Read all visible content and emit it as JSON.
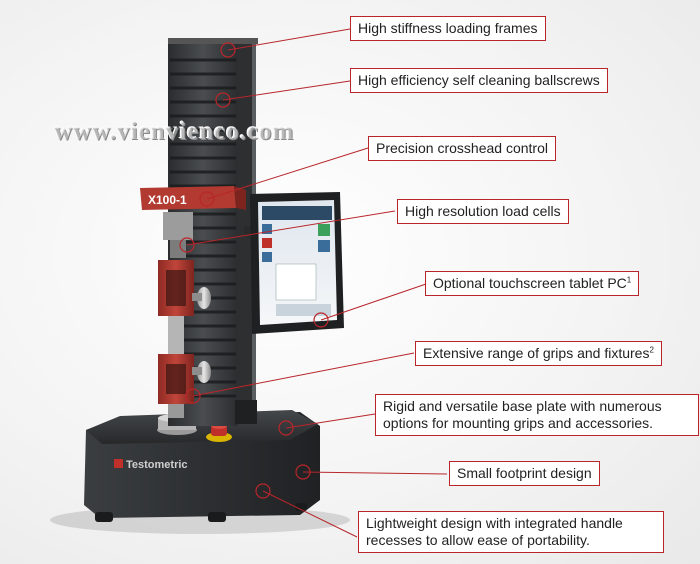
{
  "watermark": "www.vienvienco.com",
  "brand": {
    "logo_text": "Testometric"
  },
  "crosshead_label": "X100-1",
  "callouts": [
    {
      "id": "frames",
      "text": "High stiffness loading frames"
    },
    {
      "id": "ballscrews",
      "text": "High efficiency self cleaning ballscrews"
    },
    {
      "id": "crosshead",
      "text": "Precision crosshead control"
    },
    {
      "id": "loadcells",
      "text": "High resolution load cells"
    },
    {
      "id": "tablet",
      "text": "Optional touchscreen tablet PC",
      "sup": "1"
    },
    {
      "id": "grips",
      "text": "Extensive range of grips and fixtures",
      "sup": "2"
    },
    {
      "id": "baseplate",
      "line1": "Rigid and versatile base plate with numerous",
      "line2": "options for mounting grips and accessories."
    },
    {
      "id": "footprint",
      "text": "Small footprint design"
    },
    {
      "id": "lightweight",
      "line1": "Lightweight design with integrated handle",
      "line2": "recesses to allow ease of portability."
    }
  ],
  "colors": {
    "accent": "#b8262b",
    "frame": "#3a3d40",
    "grip": "#a5322a",
    "base": "#2e3134"
  }
}
